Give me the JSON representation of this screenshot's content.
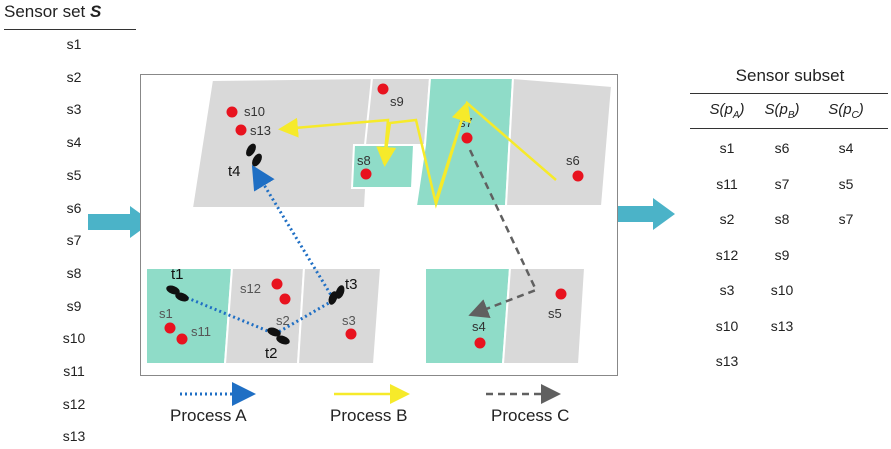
{
  "sensor_set": {
    "title_prefix": "Sensor set ",
    "title_symbol": "S",
    "items": [
      "s1",
      "s2",
      "s3",
      "s4",
      "s5",
      "s6",
      "s7",
      "s8",
      "s9",
      "s10",
      "s11",
      "s12",
      "s13"
    ]
  },
  "sensor_subset": {
    "title": "Sensor subset",
    "columns": [
      {
        "head_prefix": "S(p",
        "head_sub": "A",
        "head_suffix": ")",
        "values": [
          "s1",
          "s11",
          "s2",
          "s12",
          "s3",
          "s10",
          "s13"
        ]
      },
      {
        "head_prefix": "S(p",
        "head_sub": "B",
        "head_suffix": ")",
        "values": [
          "s6",
          "s7",
          "s8",
          "s9",
          "s10",
          "s13"
        ]
      },
      {
        "head_prefix": "S(p",
        "head_sub": "C",
        "head_suffix": ")",
        "values": [
          "s4",
          "s5",
          "s7"
        ]
      }
    ]
  },
  "diagram": {
    "sensor_labels": {
      "s1": "s1",
      "s2": "s2",
      "s3": "s3",
      "s4": "s4",
      "s5": "s5",
      "s6": "s6",
      "s7": "s7",
      "s8": "s8",
      "s9": "s9",
      "s10": "s10",
      "s11": "s11",
      "s12": "s12",
      "s13": "s13"
    },
    "time_labels": {
      "t1": "t1",
      "t2": "t2",
      "t3": "t3",
      "t4": "t4"
    },
    "colors": {
      "room_gray": "#d9d9d9",
      "room_teal": "#8fdcc8",
      "sensor_red": "#e8131f",
      "process_a": "#1f6fc4",
      "process_b": "#f6ea2a",
      "process_c": "#606060",
      "side_arrow": "#4bb3c8"
    }
  },
  "legend": {
    "process_a": "Process A",
    "process_b": "Process B",
    "process_c": "Process C"
  }
}
